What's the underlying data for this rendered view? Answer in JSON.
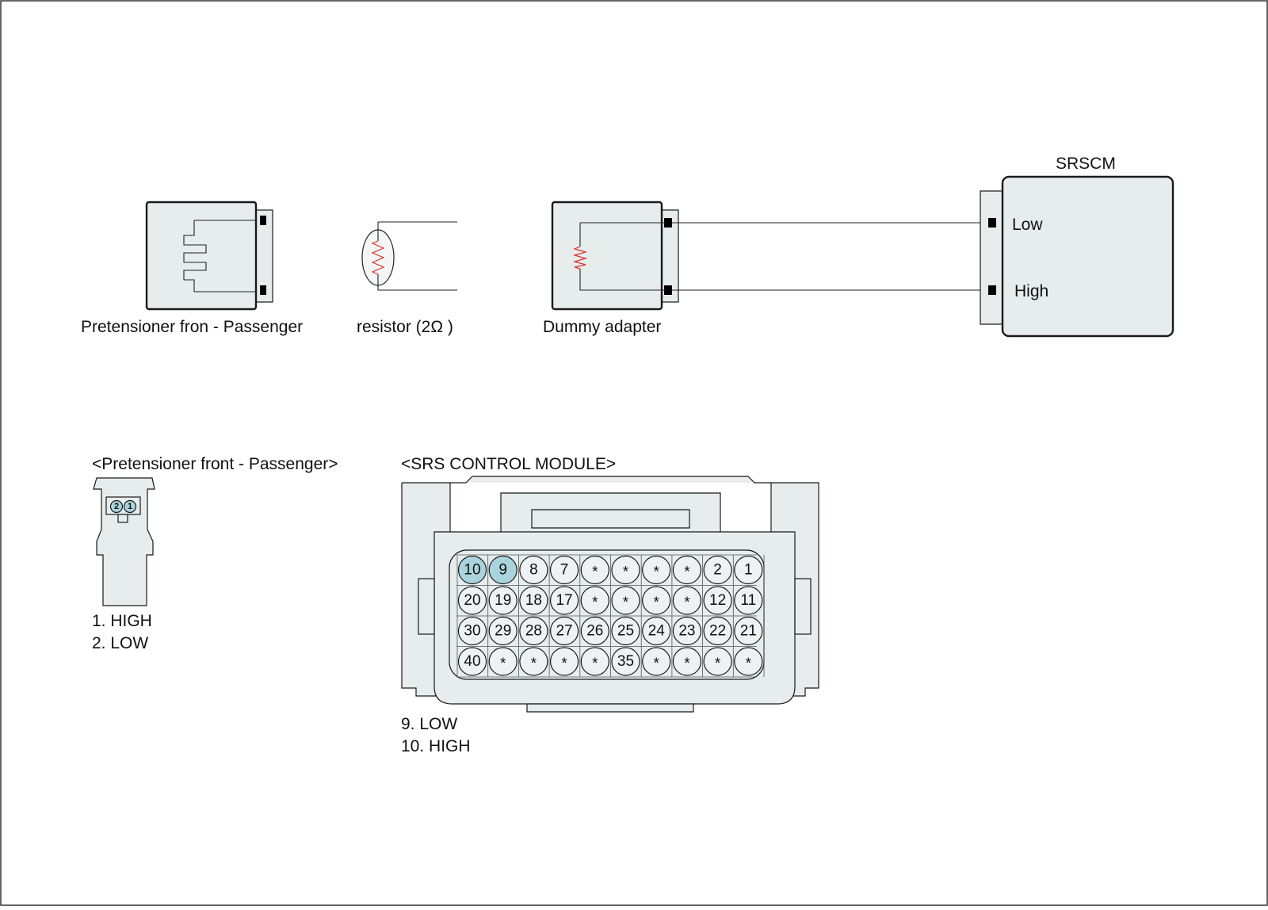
{
  "diagram": {
    "labels": {
      "pretensioner": "Pretensioner fron - Passenger",
      "resistor": "resistor (2Ω )",
      "dummy_adapter": "Dummy adapter",
      "srscm_title": "SRSCM",
      "srscm_low": "Low",
      "srscm_high": "High"
    },
    "connectors": {
      "pretensioner": {
        "title": "<Pretensioner front - Passenger>",
        "pins": [
          "2",
          "1"
        ],
        "highlight_color": "#a9d4dd",
        "legend": [
          "1. HIGH",
          "2. LOW"
        ]
      },
      "srs_module": {
        "title": "<SRS CONTROL MODULE>",
        "highlight_color": "#a9d4dd",
        "highlighted": [
          "10",
          "9"
        ],
        "rows": [
          [
            "10",
            "9",
            "8",
            "7",
            "*",
            "*",
            "*",
            "*",
            "2",
            "1"
          ],
          [
            "20",
            "19",
            "18",
            "17",
            "*",
            "*",
            "*",
            "*",
            "12",
            "11"
          ],
          [
            "30",
            "29",
            "28",
            "27",
            "26",
            "25",
            "24",
            "23",
            "22",
            "21"
          ],
          [
            "40",
            "*",
            "*",
            "*",
            "*",
            "35",
            "*",
            "*",
            "*",
            "*"
          ]
        ],
        "legend": [
          "9. LOW",
          "10. HIGH"
        ]
      }
    }
  }
}
